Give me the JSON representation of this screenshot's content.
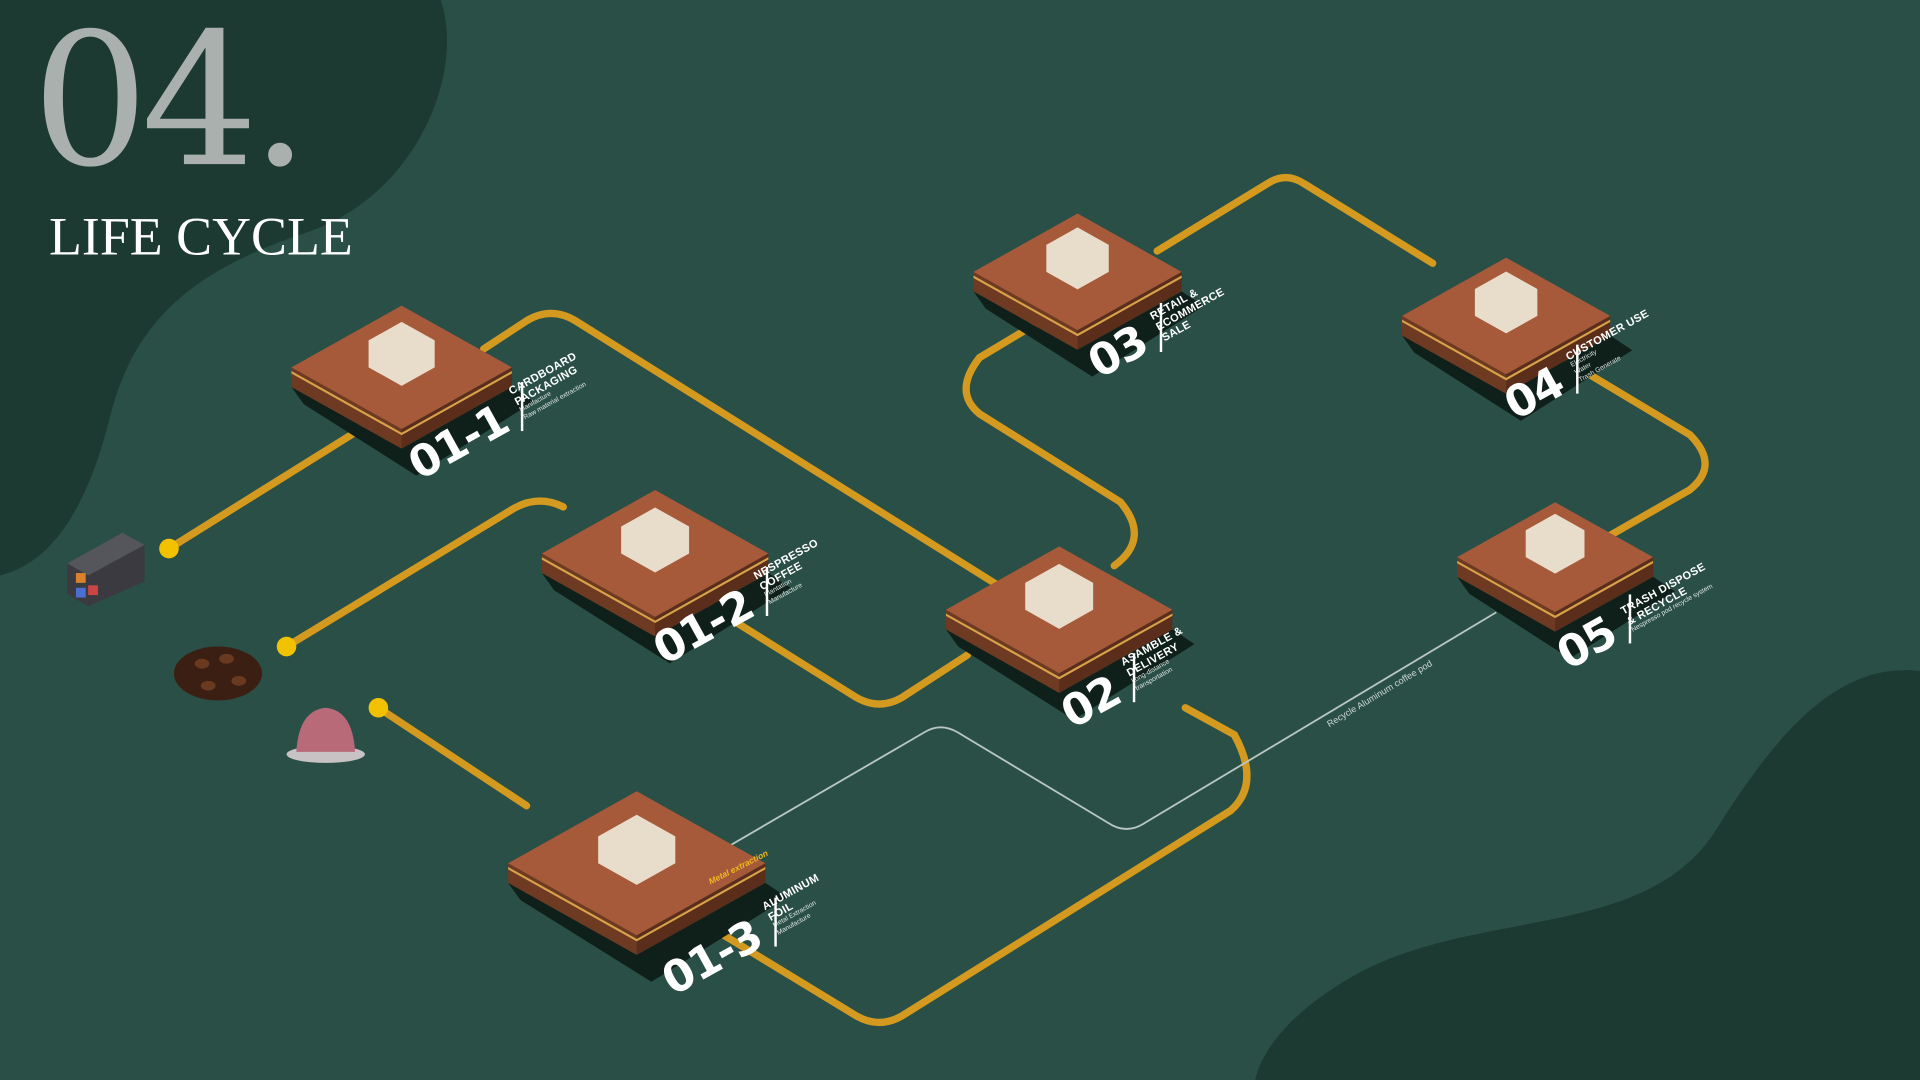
{
  "header": {
    "number": "04.",
    "title": "LIFE CYCLE"
  },
  "stages": [
    {
      "id": "01-1",
      "title": [
        "CARDBOARD",
        "PACKAGING"
      ],
      "subs": [
        "Manifacture",
        "Raw material extraction"
      ]
    },
    {
      "id": "01-2",
      "title": [
        "NESPRESSO",
        "COFFEE"
      ],
      "subs": [
        "Plantation",
        "Manufacture"
      ]
    },
    {
      "id": "01-3",
      "title": [
        "ALUMINUM",
        "FOIL"
      ],
      "subs": [
        "Metal Extraction",
        "Manufacture"
      ]
    },
    {
      "id": "02",
      "title": [
        "ASAMBLE &",
        "DELIVERY"
      ],
      "subs": [
        "Long-distance",
        "transportation"
      ]
    },
    {
      "id": "03",
      "title": [
        "RETAIL &",
        "ECOMMERCE",
        "SALE"
      ],
      "subs": []
    },
    {
      "id": "04",
      "title": [
        "CUSTOMER USE"
      ],
      "subs": [
        "Electricity",
        "Water",
        "Trash Generate"
      ]
    },
    {
      "id": "05",
      "title": [
        "TRASH DISPOSE",
        "& RECYCLE"
      ],
      "subs": [
        "Nespresso pod recycle system"
      ]
    }
  ],
  "recycle_label": "Recycle Aluminum coffee pod",
  "tile_sign": "Metal extraction",
  "colors": {
    "background": "#2a4f46",
    "path": "#d49a1f",
    "tile_top": "#a65a3a",
    "tile_side": "#6e3a22"
  }
}
